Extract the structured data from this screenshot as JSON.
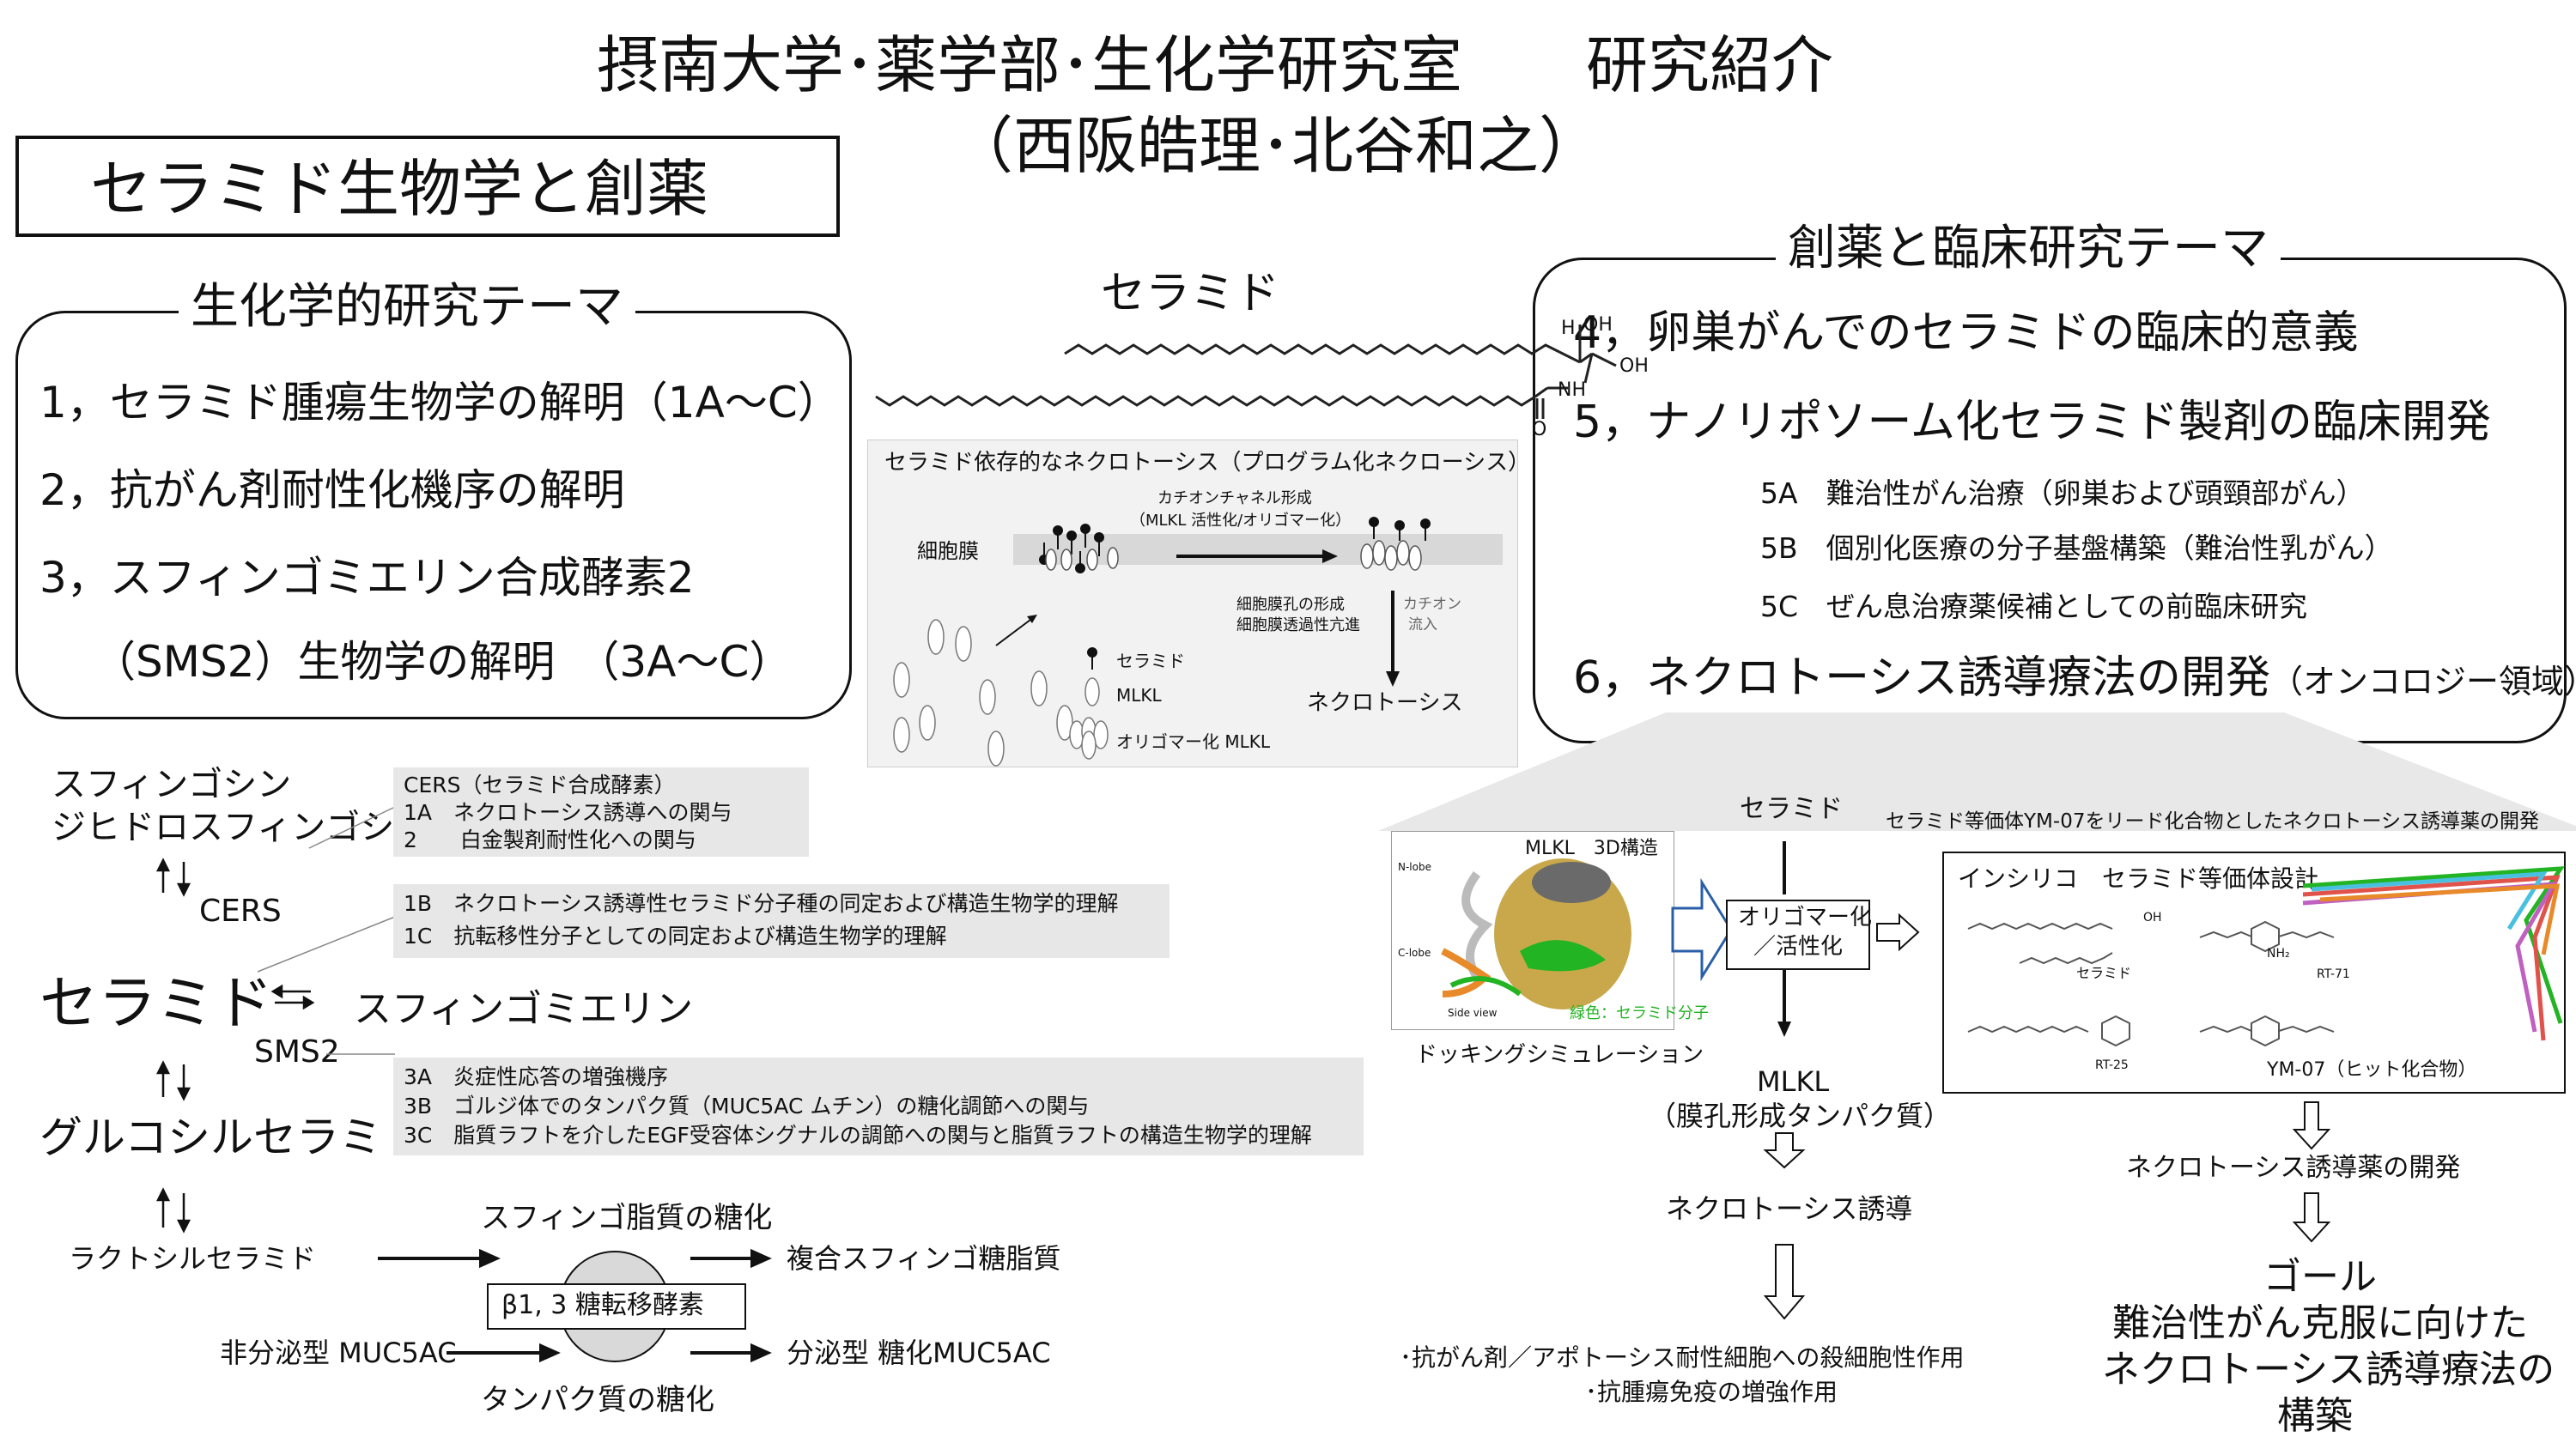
{
  "header": {
    "title_line1": "摂南大学･薬学部･生化学研究室　　研究紹介",
    "title_line2": "（西阪皓理･北谷和之）"
  },
  "main_title": "セラミド生物学と創薬",
  "biochem_box": {
    "legend": "生化学的研究テーマ",
    "items": [
      "1，セラミド腫瘍生物学の解明（1A～C）",
      "2，抗がん剤耐性化機序の解明",
      "3，スフィンゴミエリン合成酵素2",
      "（SMS2）生物学の解明　（3A～C）"
    ]
  },
  "clinical_box": {
    "legend": "創薬と臨床研究テーマ",
    "items": [
      "4，卵巣がんでのセラミドの臨床的意義",
      "5，ナノリポソーム化セラミド製剤の臨床開発",
      "6，ネクロトーシス誘導療法の開発"
    ],
    "item6_suffix": "（オンコロジー領域）",
    "subitems": [
      "5A　難治性がん治療（卵巣および頭頸部がん）",
      "5B　個別化医療の分子基盤構築（難治性乳がん）",
      "5C　ぜん息治療薬候補としての前臨床研究"
    ]
  },
  "ceramide_structure": {
    "label": "セラミド",
    "atom_oh_top": "OH",
    "atom_h": "H",
    "atom_oh_right": "OH",
    "atom_nh": "NH",
    "atom_o": "O"
  },
  "necroptosis_panel": {
    "title": "セラミド依存的なネクロトーシス（プログラム化ネクローシス）",
    "membrane_label": "細胞膜",
    "channel_line1": "カチオンチャネル形成",
    "channel_line2": "（MLKL 活性化/オリゴマー化）",
    "pore_line1": "細胞膜孔の形成",
    "pore_line2": "細胞膜透過性亢進",
    "cation_line1": "カチオン",
    "cation_line2": "流入",
    "outcome": "ネクロトーシス",
    "legend_ceramide": "セラミド",
    "legend_mlkl": "MLKL",
    "legend_oligomer": "オリゴマー化 MLKL",
    "mlkl_tag": "MLKL"
  },
  "pathway": {
    "sphingosine": "スフィンゴシン",
    "dihydrosphingosine": "ジヒドロスフィンゴシン",
    "cers": "CERS",
    "ceramide": "セラミド",
    "sphingomyelin": "スフィンゴミエリン",
    "sms2": "SMS2",
    "glucosylceramide": "グルコシルセラミド",
    "lactosylceramide": "ラクトシルセラミド",
    "glycolipid_label": "スフィンゴ脂質の糖化",
    "complex_glycolipid": "複合スフィンゴ糖脂質",
    "enzyme": "β1, 3 糖転移酵素",
    "non_secretory": "非分泌型 MUC5AC",
    "secretory": "分泌型 糖化MUC5AC",
    "protein_glycosylation": "タンパク質の糖化"
  },
  "notes": {
    "cers_box": [
      "CERS（セラミド合成酵素）",
      "1A　ネクロトーシス誘導への関与",
      "2　　白金製剤耐性化への関与"
    ],
    "ceramide_box": [
      "1B　ネクロトーシス誘導性セラミド分子種の同定および構造生物学的理解",
      "1C　抗転移性分子としての同定および構造生物学的理解"
    ],
    "sms2_box": [
      "3A　炎症性応答の増強機序",
      "3B　ゴルジ体でのタンパク質（MUC5AC ムチン）の糖化調節への関与",
      "3C　脂質ラフトを介したEGF受容体シグナルの調節への関与と脂質ラフトの構造生物学的理解"
    ]
  },
  "drug_panel": {
    "ceramide": "セラミド",
    "mlkl_3d_title": "MLKL　3D構造",
    "n_lobe": "N-lobe",
    "c_lobe": "C-lobe",
    "side_view": "Side view",
    "green_label": "緑色：セラミド分子",
    "docking": "ドッキングシミュレーション",
    "oligomer_line1": "オリゴマー化",
    "oligomer_line2": "／活性化",
    "mlkl": "MLKL",
    "mlkl_sub": "（膜孔形成タンパク質）",
    "necro_induction": "ネクロトーシス誘導",
    "effect1": "･抗がん剤／アポトーシス耐性細胞への殺細胞性作用",
    "effect2": "･抗腫瘍免疫の増強作用",
    "ym07_title": "セラミド等価体YM-07をリード化合物としたネクロトーシス誘導薬の開発",
    "insilico_title": "インシリコ　セラミド等価体設計",
    "label_ceramide": "セラミド",
    "label_rt71": "RT-71",
    "label_rt25": "RT-25",
    "label_ym07": "YM-07（ヒット化合物）",
    "label_oh": "OH",
    "label_nh2": "NH₂",
    "drug_dev": "ネクロトーシス誘導薬の開発",
    "goal": "ゴール",
    "goal_line1": "難治性がん克服に向けた",
    "goal_line2": "ネクロトーシス誘導療法の",
    "goal_line3": "構築"
  },
  "colors": {
    "note_gray": "#e7e7e7",
    "ligand_green": "#22b422",
    "protein_gold": "#c8a84a",
    "helix_orange": "#e88a2a"
  }
}
